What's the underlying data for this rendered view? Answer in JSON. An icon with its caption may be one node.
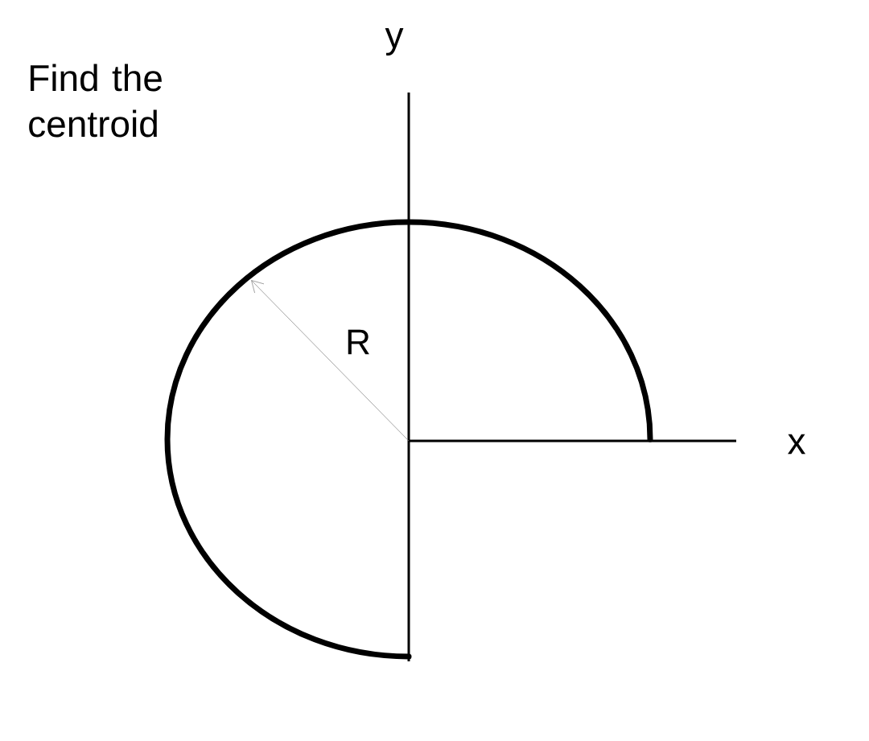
{
  "diagram": {
    "labels": [
      "Find the centroid",
      "y",
      "x",
      "R"
    ]
  }
}
